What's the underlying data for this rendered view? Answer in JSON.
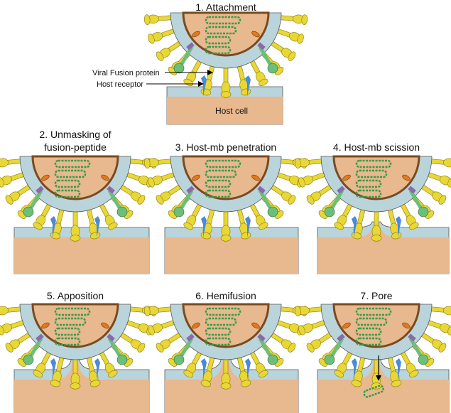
{
  "panels": [
    {
      "title": "1.  Attachment",
      "title2": "",
      "host_label": "Host cell",
      "stage": "attachment"
    },
    {
      "title": "2. Unmasking of",
      "title2": "fusion-peptide",
      "stage": "unmasking"
    },
    {
      "title": "3. Host-mb penetration",
      "title2": "",
      "stage": "penetration"
    },
    {
      "title": "4. Host-mb scission",
      "title2": "",
      "stage": "scission"
    },
    {
      "title": "5. Apposition",
      "title2": "",
      "stage": "apposition"
    },
    {
      "title": "6. Hemifusion",
      "title2": "",
      "stage": "hemifusion"
    },
    {
      "title": "7. Pore",
      "title2": "",
      "stage": "pore"
    }
  ],
  "annotations": {
    "fusion_protein": "Viral Fusion protein",
    "host_receptor": "Host receptor"
  },
  "colors": {
    "cytoplasm": "#e8b88e",
    "membrane": "#b9d4da",
    "spike": "#e8d735",
    "spike_stroke": "#8a7a10",
    "matrix": "#7a4a20",
    "rna": "#3a9a4a",
    "green_spike": "#6cbf7a",
    "receptor": "#4a8ad6"
  }
}
